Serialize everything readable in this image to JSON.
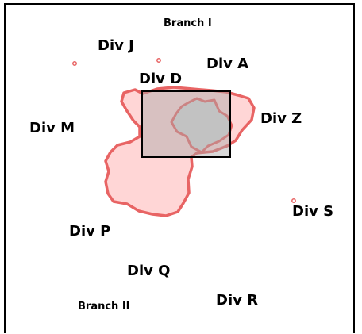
{
  "map": {
    "labels": {
      "branch_i": "Branch I",
      "branch_ii": "Branch II",
      "div_a": "Div A",
      "div_d": "Div D",
      "div_j": "Div J",
      "div_m": "Div M",
      "div_p": "Div P",
      "div_q": "Div Q",
      "div_r": "Div R",
      "div_s": "Div S",
      "div_z": "Div Z"
    },
    "colors": {
      "region_fill": "#ffd6d6",
      "region_outline": "#e86464",
      "highlight_fill": "#c8c8c8",
      "highlight_outline": "#000000",
      "frame": "#000000",
      "text": "#000000"
    }
  }
}
